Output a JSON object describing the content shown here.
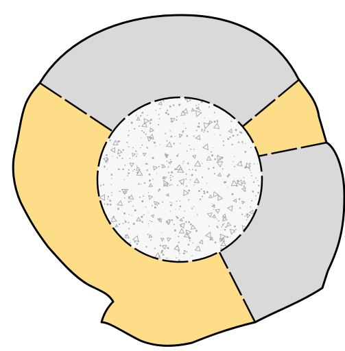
{
  "figure": {
    "description_free": true,
    "regions": [
      {
        "id": "upper-gray",
        "fill": "#d9d9d9"
      },
      {
        "id": "right-yellow",
        "fill": "#fedd88"
      },
      {
        "id": "right-gray",
        "fill": "#d9d9d9"
      },
      {
        "id": "left-yellow",
        "fill": "#fedd88"
      }
    ],
    "core": {
      "fill": "#f7f7f7",
      "speckle": "#a9a9a9"
    },
    "outline": "#000000"
  }
}
